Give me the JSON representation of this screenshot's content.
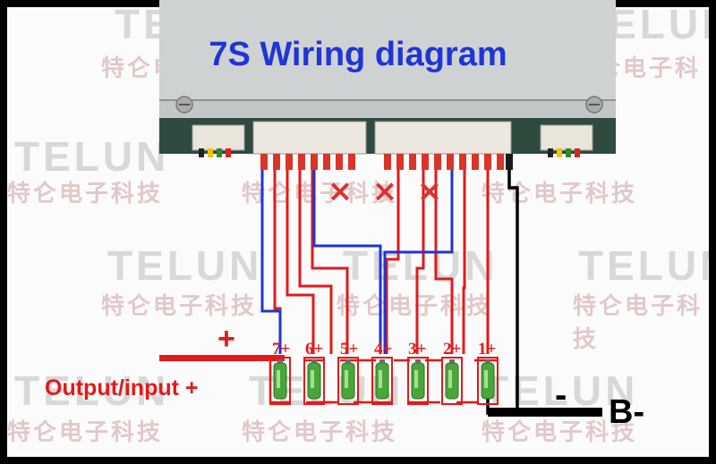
{
  "diagram": {
    "title": "7S Wiring diagram",
    "watermark_logo": "TELUN",
    "watermark_cn": "特仑电子科技",
    "cell_labels": [
      "7+",
      "6+",
      "5+",
      "4+",
      "3+",
      "2+",
      "1+"
    ],
    "plus_sign": "+",
    "output_label": "Output/input +",
    "minus_sign": "-",
    "bminus_label": "B-",
    "unused_marks": [
      "×",
      "×",
      "×"
    ]
  },
  "colors": {
    "title": "#1f35d6",
    "red_wire": "#e21a1a",
    "blue_wire": "#1f35d6",
    "black_wire": "#000000",
    "board": "#c9cccd",
    "battery": "#4aa63a",
    "cross": "#e03030"
  }
}
